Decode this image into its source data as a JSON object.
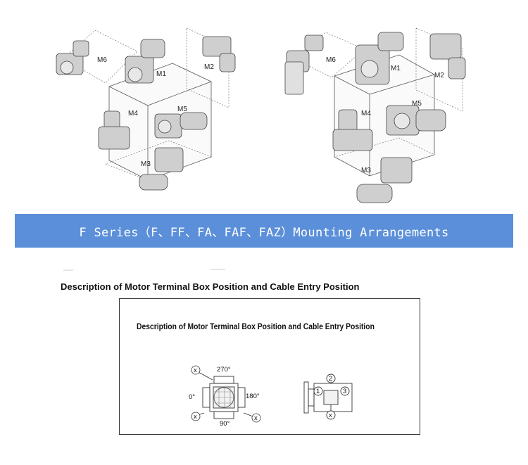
{
  "mounting_positions": {
    "left": [
      "M6",
      "M1",
      "M2",
      "M4",
      "M5",
      "M3"
    ],
    "right": [
      "M6",
      "M1",
      "M2",
      "M4",
      "M5",
      "M3"
    ]
  },
  "banner": {
    "text": "F Series（F、FF、FA、FAF、FAZ）Mounting Arrangements"
  },
  "section": {
    "title": "Description of Motor Terminal Box Position and Cable Entry Position"
  },
  "box": {
    "title": "Description of Motor Terminal Box Position and Cable Entry Position",
    "angles": {
      "top": "270°",
      "left": "0°",
      "right": "180°",
      "bottom": "90°"
    },
    "cable_marker": "x",
    "entries": [
      "1",
      "2",
      "3"
    ]
  },
  "colors": {
    "banner": "#5b8fd9",
    "line": "#333333",
    "gear": "#bdbdbd"
  }
}
